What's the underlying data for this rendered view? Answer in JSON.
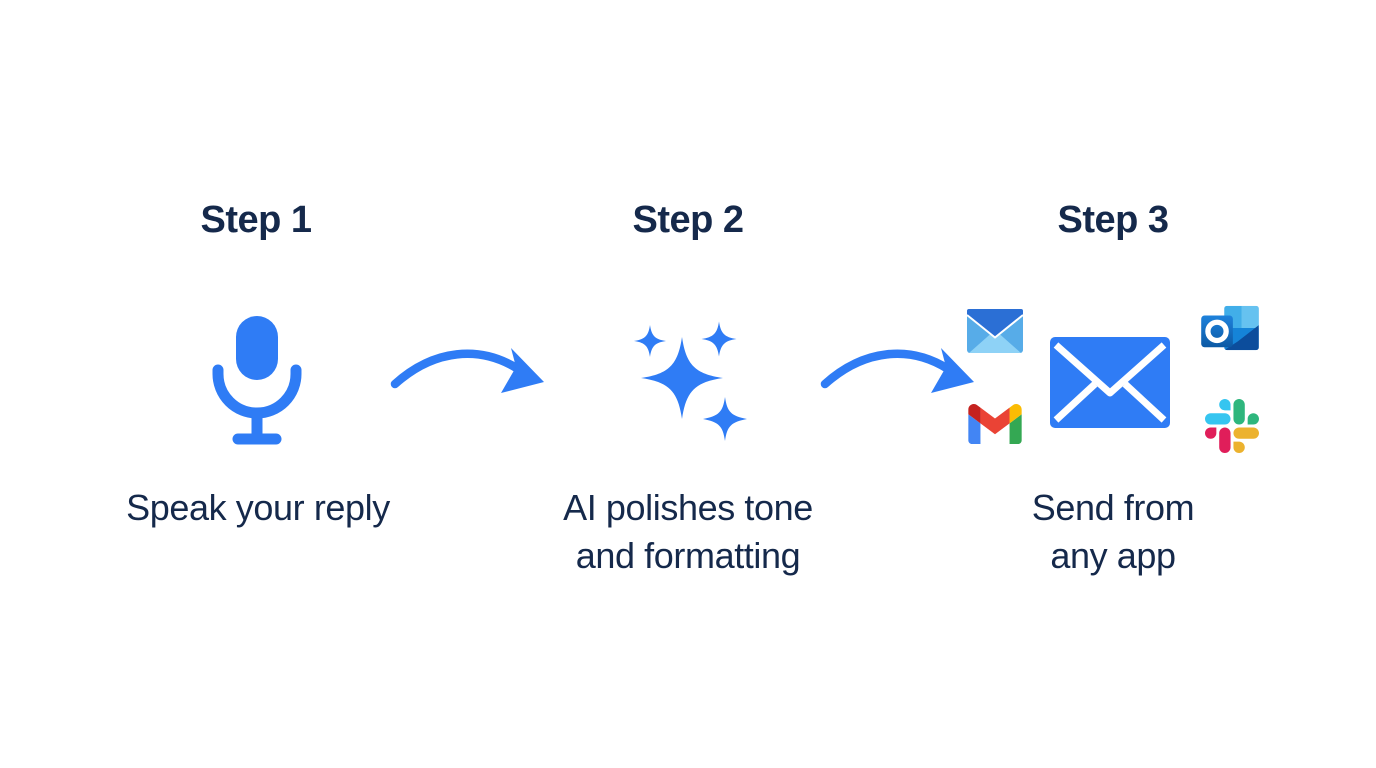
{
  "diagram": {
    "background": "#ffffff",
    "text_color": "#15294B",
    "accent_blue": "#2F7CF5",
    "steps": [
      {
        "title": "Step 1",
        "caption_lines": [
          "Speak your reply"
        ],
        "icon": "microphone-icon"
      },
      {
        "title": "Step 2",
        "caption_lines": [
          "AI polishes tone",
          "and formatting"
        ],
        "icon": "sparkles-icon"
      },
      {
        "title": "Step 3",
        "caption_lines": [
          "Send from",
          "any app"
        ],
        "icons": [
          "mail-envelope-icon",
          "large-envelope-icon",
          "outlook-icon",
          "gmail-icon",
          "slack-icon"
        ]
      }
    ],
    "arrows": [
      {
        "name": "arrow-step1-to-step2",
        "color": "#2F7CF5"
      },
      {
        "name": "arrow-step2-to-step3",
        "color": "#2F7CF5"
      }
    ],
    "brand_colors": {
      "gmail": {
        "blue": "#4285F4",
        "green": "#34A853",
        "yellow": "#FBBC04",
        "red": "#EA4335",
        "dark_red": "#C5221F"
      },
      "slack": {
        "blue": "#36C5F0",
        "green": "#2EB67D",
        "yellow": "#ECB22E",
        "red": "#E01E5A"
      },
      "outlook": {
        "front_blue_top": "#1E82DC",
        "front_blue_bottom": "#0C59A4",
        "back_blue": "#2E9BE5",
        "fold_navy": "#0C4D9C"
      },
      "envelope_two_tone": {
        "flap": "#2B6FD5",
        "body": "#57ACE8",
        "fold": "#8ED2F6"
      }
    }
  }
}
